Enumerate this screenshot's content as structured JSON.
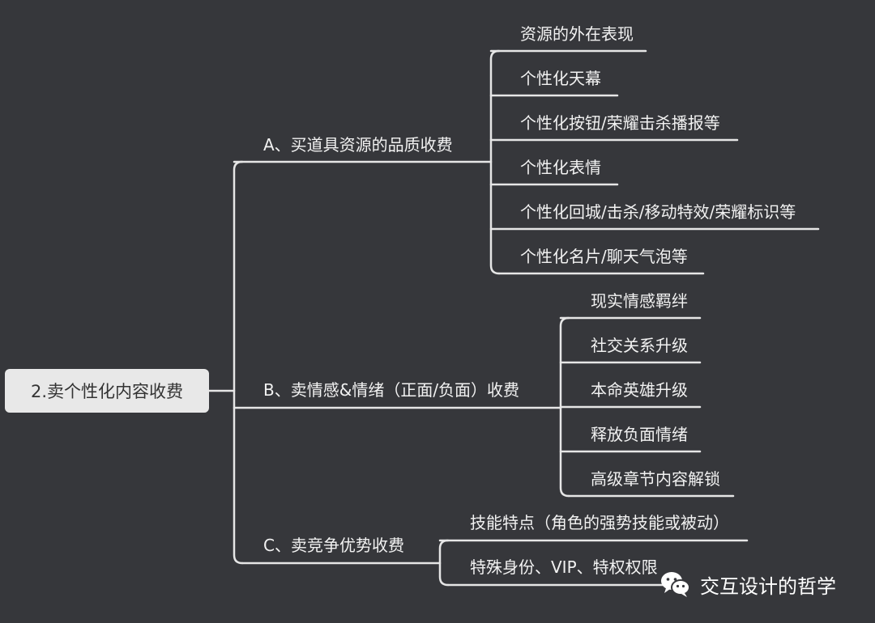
{
  "mindmap": {
    "root": "2.卖个性化内容收费",
    "branches": [
      {
        "label": "A、买道具资源的品质收费",
        "children": [
          "资源的外在表现",
          "个性化天幕",
          "个性化按钮/荣耀击杀播报等",
          "个性化表情",
          "个性化回城/击杀/移动特效/荣耀标识等",
          "个性化名片/聊天气泡等"
        ]
      },
      {
        "label": "B、卖情感&情绪（正面/负面）收费",
        "children": [
          "现实情感羁绊",
          "社交关系升级",
          "本命英雄升级",
          "释放负面情绪",
          "高级章节内容解锁"
        ]
      },
      {
        "label": "C、卖竞争优势收费",
        "children": [
          "技能特点（角色的强势技能或被动）",
          "特殊身份、VIP、特权权限"
        ]
      }
    ]
  },
  "watermark": {
    "text": "交互设计的哲学",
    "icon": "wechat-icon"
  },
  "colors": {
    "background": "#36373b",
    "line": "#e6e6e6",
    "root_fill": "#e8e8e8"
  }
}
